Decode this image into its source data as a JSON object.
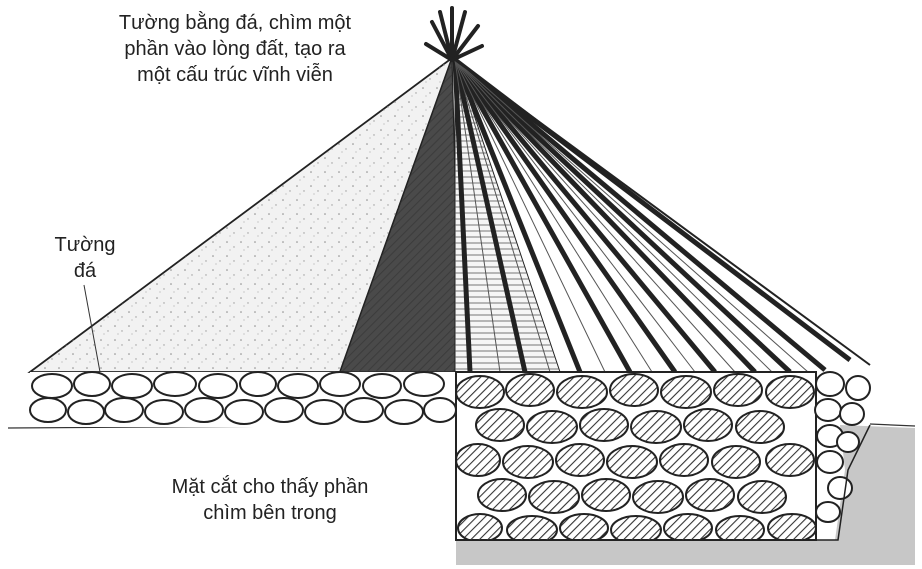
{
  "labels": {
    "top": [
      "Tường bằng đá, chìm một",
      "phần vào lòng đất, tạo ra",
      "một cấu trúc vĩnh viễn"
    ],
    "side": [
      "Tường",
      "đá"
    ],
    "bottom": [
      "Mặt cắt cho thấy phần",
      "chìm bên trong"
    ]
  },
  "colors": {
    "ink": "#222222",
    "stone_fill": "#f2f2f2",
    "ground": "#c7c7c7",
    "thatch": "#f6f6f6"
  }
}
